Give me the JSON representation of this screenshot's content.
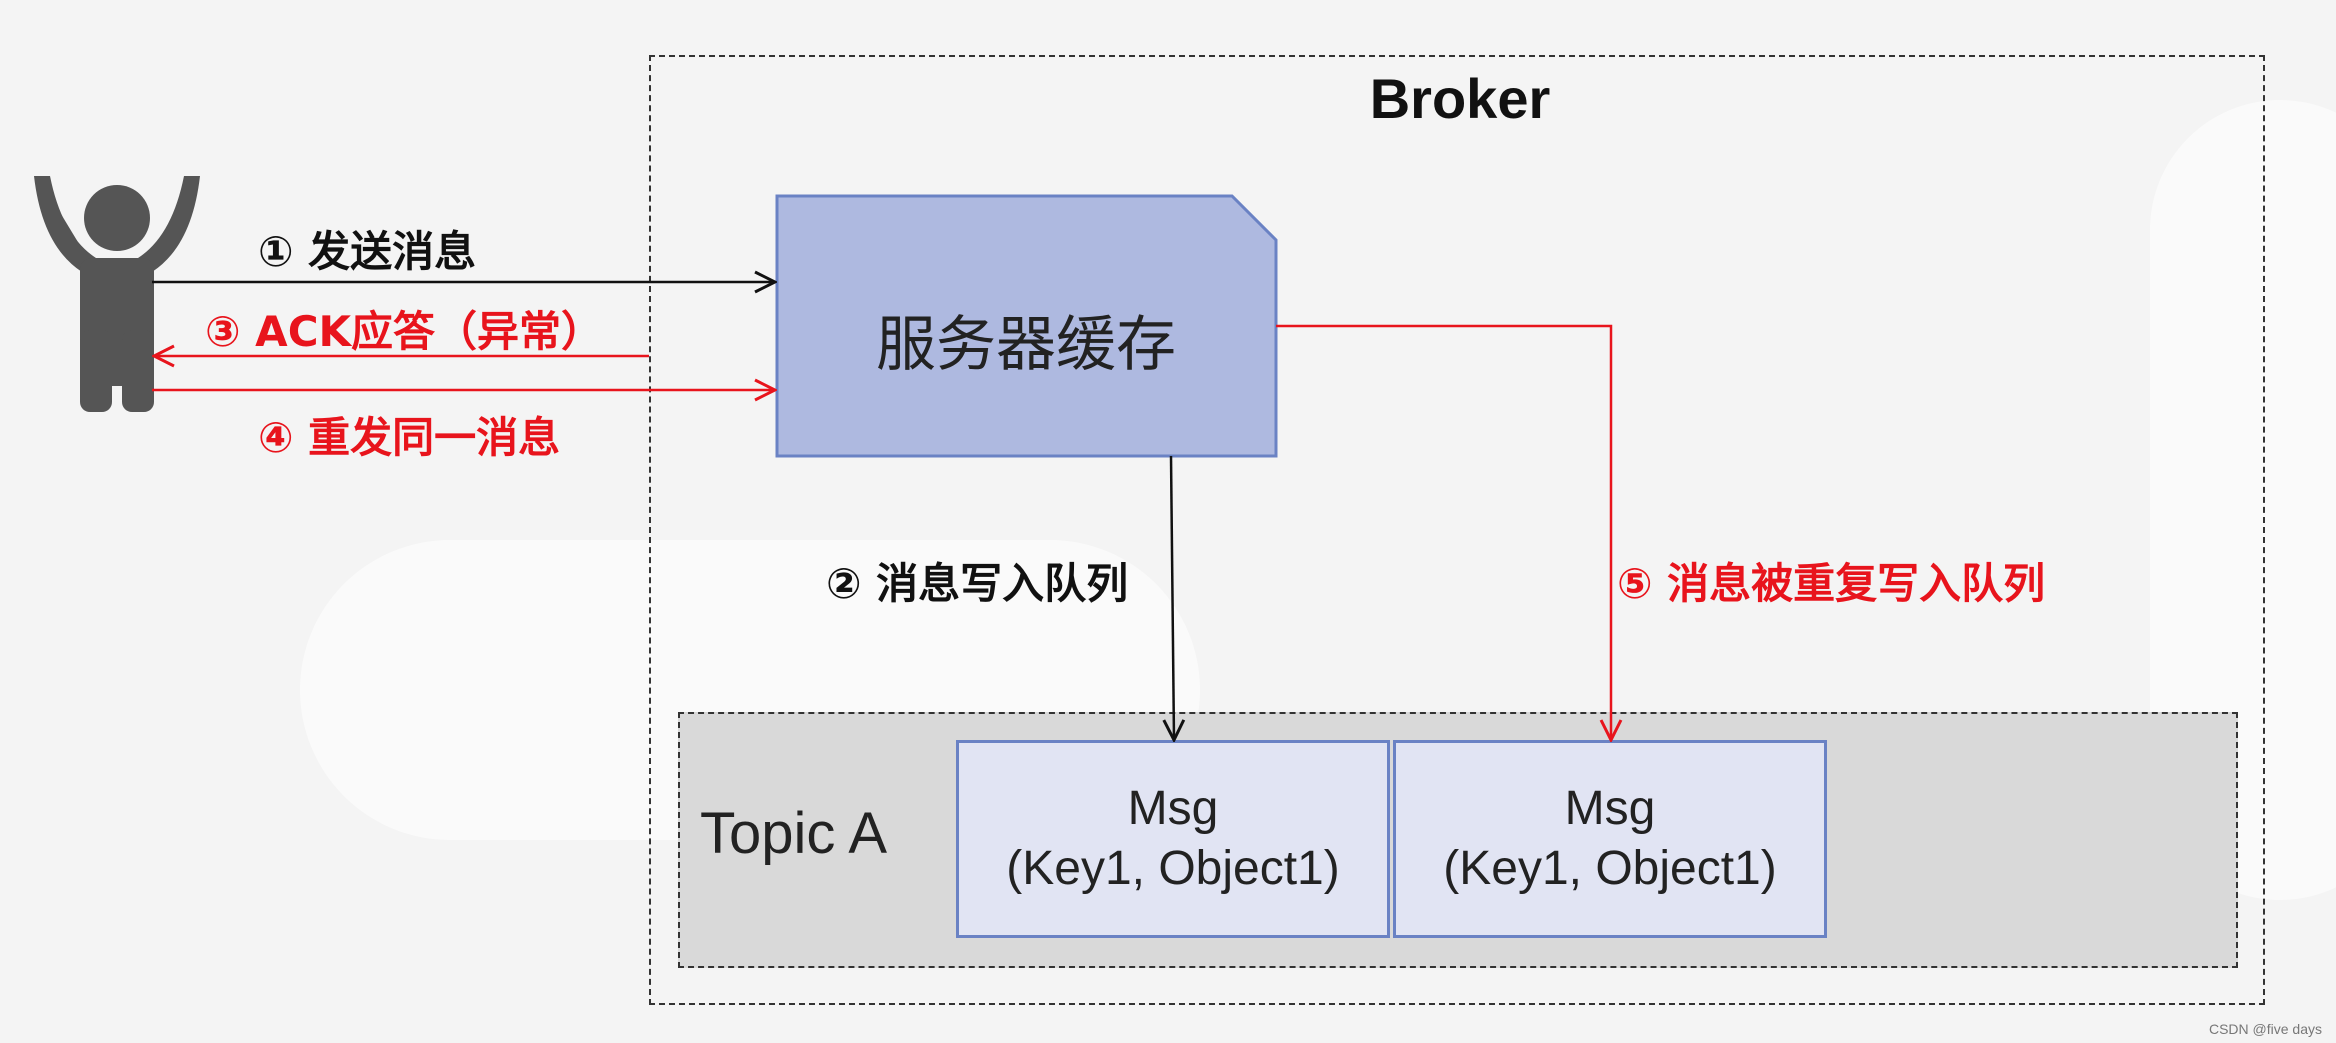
{
  "diagram": {
    "broker_title": "Broker",
    "cache_label": "服务器缓存",
    "topic_label": "Topic A",
    "messages": [
      {
        "line1": "Msg",
        "line2": "(Key1, Object1)"
      },
      {
        "line1": "Msg",
        "line2": "(Key1, Object1)"
      }
    ],
    "steps": {
      "send": "① 发送消息",
      "write_queue": "② 消息写入队列",
      "ack": "③ ACK应答（异常）",
      "resend": "④ 重发同一消息",
      "duplicate": "⑤ 消息被重复写入队列"
    },
    "colors": {
      "normal_flow": "#111111",
      "error_flow": "#e8141c",
      "cache_fill": "#aeb9e0",
      "cache_border": "#6a82c4"
    }
  },
  "watermark": "CSDN @five days"
}
